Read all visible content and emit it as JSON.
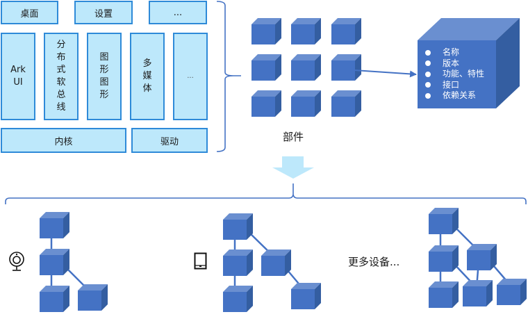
{
  "system_stack": {
    "top_row": [
      {
        "label": "桌面"
      },
      {
        "label": "设置"
      },
      {
        "label": "..."
      }
    ],
    "middle_row": [
      {
        "label": "Ark UI",
        "lines": [
          "Ark",
          "UI"
        ]
      },
      {
        "label": "分布式软总线",
        "lines": [
          "分",
          "布",
          "式",
          "软",
          "总",
          "线"
        ]
      },
      {
        "label": "图形图形",
        "lines": [
          "图",
          "形",
          "图",
          "形"
        ]
      },
      {
        "label": "多媒体",
        "lines": [
          "多",
          "媒",
          "体"
        ]
      },
      {
        "label": "...",
        "lines": [
          "..."
        ]
      }
    ],
    "bottom_row": [
      {
        "label": "内核"
      },
      {
        "label": "驱动"
      }
    ]
  },
  "components": {
    "label": "部件",
    "grid_rows": 3,
    "grid_cols": 3
  },
  "component_detail": {
    "attributes": [
      "名称",
      "版本",
      "功能、特性",
      "接口",
      "依赖关系"
    ]
  },
  "devices": [
    {
      "name": "smart camera",
      "icon": "webcam-icon",
      "cube_count": 4
    },
    {
      "name": "tablet",
      "icon": "tablet-icon",
      "cube_count": 5
    },
    {
      "name": "more devices",
      "label": "更多设备...",
      "cube_count": 6
    }
  ],
  "colors": {
    "box_fill": "#bde8fb",
    "box_border": "#2e8ad8",
    "cube_front": "#4472c4",
    "cube_top": "#6a8fd0",
    "cube_side": "#345ea1",
    "connector": "#4472c4",
    "arrow_fill": "#bde8fb"
  }
}
